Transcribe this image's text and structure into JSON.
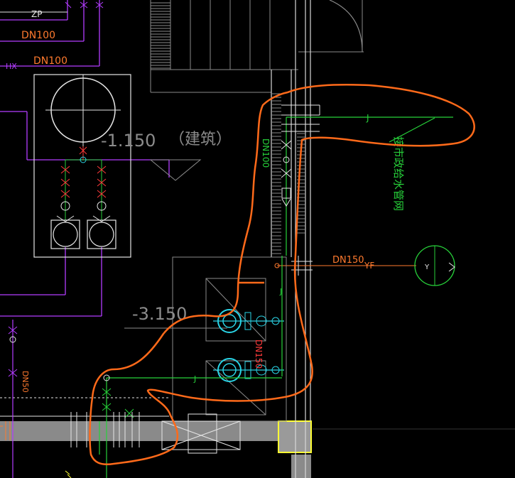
{
  "drawing": {
    "labels": {
      "zp": "ZP",
      "dn100_upper": "DN100",
      "dn100_lower": "DN100",
      "hx": "HX",
      "elev_top": "-1.150",
      "building_note": "（建筑）",
      "dn100_vertical": "DN100",
      "municipal_pipe": "接市政给水管网",
      "dn150": "DN150",
      "yf": "YF",
      "elev_bottom": "-3.150",
      "dn150_vertical": "DN150",
      "dn50_vertical": "DN50",
      "j_top": "J",
      "j_mid": "J",
      "j_bottom": "J",
      "y_symbol": "Y"
    },
    "colors": {
      "background": "#000000",
      "line_white": "#e6e6e6",
      "pipe_purple": "#b23cff",
      "pipe_green": "#27d13a",
      "pipe_cyan": "#2ad4e6",
      "valve_red": "#ff3b3b",
      "text_orange": "#ff7a2e",
      "markup_orange": "#ff6a1a",
      "wall_gray": "#8a8a8a",
      "column_yellow": "#ffff33",
      "text_gray": "#8c8c8c"
    }
  }
}
